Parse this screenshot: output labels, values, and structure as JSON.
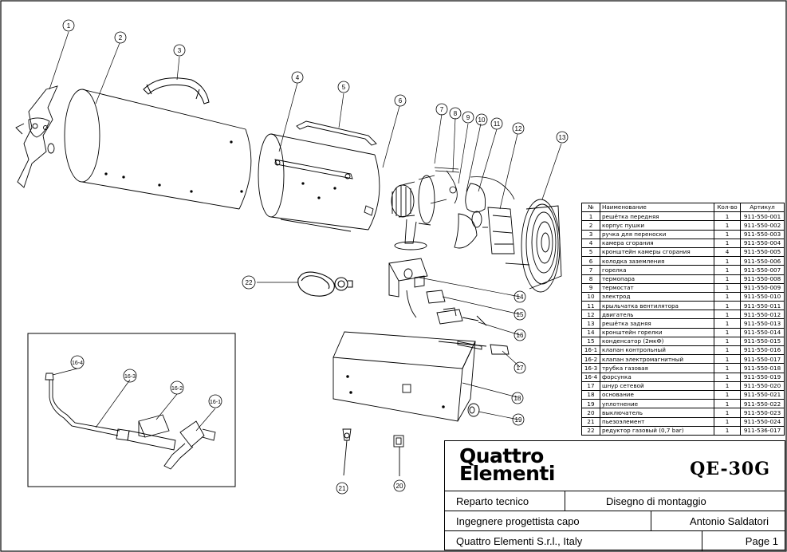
{
  "callouts": {
    "c1": "1",
    "c2": "2",
    "c3": "3",
    "c4": "4",
    "c5": "5",
    "c6": "6",
    "c7": "7",
    "c8": "8",
    "c9": "9",
    "c10": "10",
    "c11": "11",
    "c12": "12",
    "c13": "13",
    "c14": "14",
    "c15": "15",
    "c16": "16",
    "c17": "17",
    "c18": "18",
    "c19": "19",
    "c20": "20",
    "c21": "21",
    "c22": "22",
    "c16_1": "16-1",
    "c16_2": "16-2",
    "c16_3": "16-3",
    "c16_4": "16-4"
  },
  "parts_table": {
    "headers": [
      "№",
      "Наименование",
      "Кол-во",
      "Артикул"
    ],
    "rows": [
      [
        "1",
        "решётка передняя",
        "1",
        "911-550-001"
      ],
      [
        "2",
        "корпус пушки",
        "1",
        "911-550-002"
      ],
      [
        "3",
        "ручка для переноски",
        "1",
        "911-550-003"
      ],
      [
        "4",
        "камера сгорания",
        "1",
        "911-550-004"
      ],
      [
        "5",
        "кронштейн камеры сгорания",
        "4",
        "911-550-005"
      ],
      [
        "6",
        "колодка заземления",
        "1",
        "911-550-006"
      ],
      [
        "7",
        "горелка",
        "1",
        "911-550-007"
      ],
      [
        "8",
        "термопара",
        "1",
        "911-550-008"
      ],
      [
        "9",
        "термостат",
        "1",
        "911-550-009"
      ],
      [
        "10",
        "электрод",
        "1",
        "911-550-010"
      ],
      [
        "11",
        "крыльчатка вентилятора",
        "1",
        "911-550-011"
      ],
      [
        "12",
        "двигатель",
        "1",
        "911-550-012"
      ],
      [
        "13",
        "решётка задняя",
        "1",
        "911-550-013"
      ],
      [
        "14",
        "кронштейн горелки",
        "1",
        "911-550-014"
      ],
      [
        "15",
        "конденсатор (2мкФ)",
        "1",
        "911-550-015"
      ],
      [
        "16-1",
        "клапан контрольный",
        "1",
        "911-550-016"
      ],
      [
        "16-2",
        "клапан электромагнитный",
        "1",
        "911-550-017"
      ],
      [
        "16-3",
        "трубка газовая",
        "1",
        "911-550-018"
      ],
      [
        "16-4",
        "форсунка",
        "1",
        "911-550-019"
      ],
      [
        "17",
        "шнур сетевой",
        "1",
        "911-550-020"
      ],
      [
        "18",
        "основание",
        "1",
        "911-550-021"
      ],
      [
        "19",
        "уплотнение",
        "1",
        "911-550-022"
      ],
      [
        "20",
        "выключатель",
        "1",
        "911-550-023"
      ],
      [
        "21",
        "пьезоэлемент",
        "1",
        "911-550-024"
      ],
      [
        "22",
        "редуктор газовый (0,7 bar)",
        "1",
        "911-536-017"
      ]
    ]
  },
  "title_block": {
    "brand_line1": "Quattro",
    "brand_line2": "Elementi",
    "model": "QE-30G",
    "department": "Reparto tecnico",
    "drawing_type": "Disegno di montaggio",
    "role": "Ingegnere progettista capo",
    "engineer": "Antonio Saldatori",
    "company": "Quattro Elementi S.r.l., Italy",
    "page": "Page 1"
  }
}
